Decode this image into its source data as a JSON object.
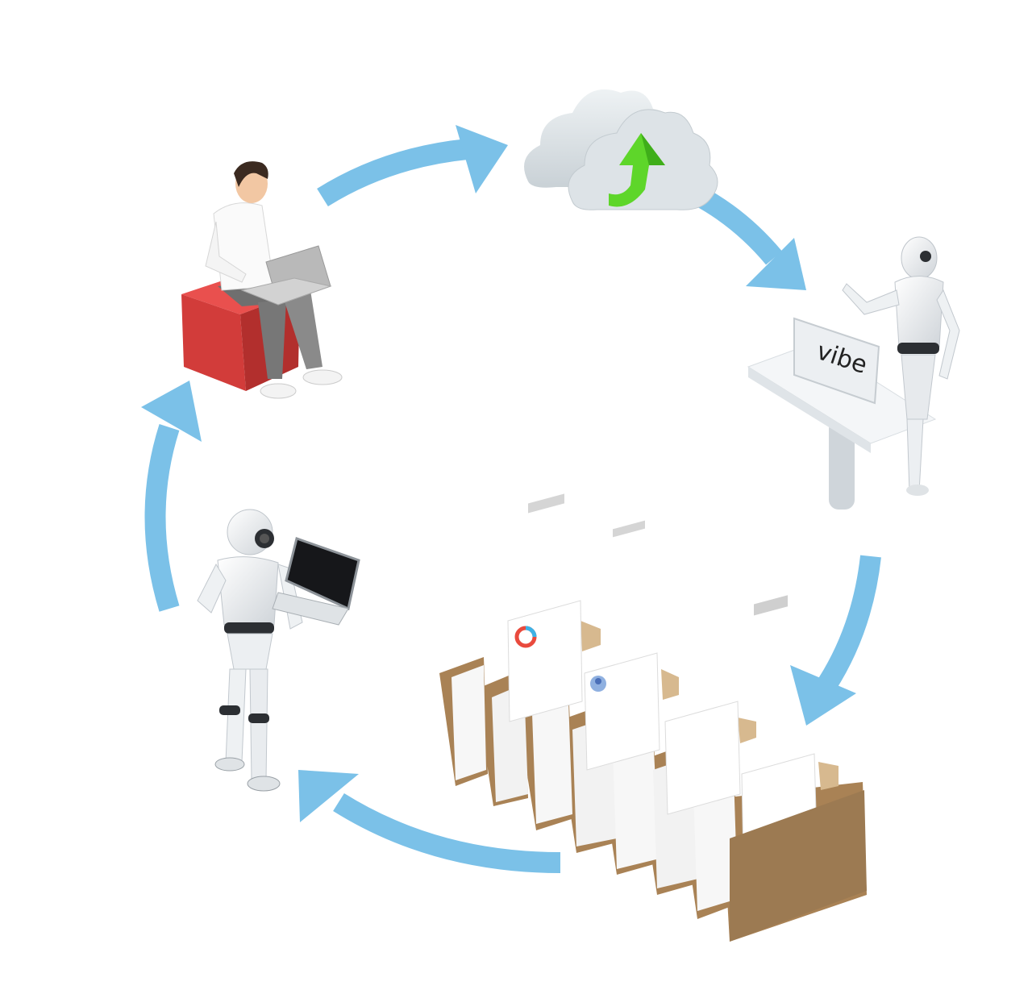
{
  "diagram": {
    "type": "cycle",
    "flow_color": "#7BC1E8",
    "nodes": [
      {
        "id": "user",
        "icon": "person-laptop-icon",
        "accent": "#D23C3A"
      },
      {
        "id": "cloud",
        "icon": "cloud-upload-icon",
        "accent": "#5ED62A"
      },
      {
        "id": "robot-desk",
        "icon": "robot-desk-icon",
        "screen_text": "vibe"
      },
      {
        "id": "files",
        "icon": "file-folders-icon",
        "accent": "#A98255"
      },
      {
        "id": "robot-laptop",
        "icon": "robot-laptop-icon"
      }
    ],
    "edges": [
      [
        "user",
        "cloud"
      ],
      [
        "cloud",
        "robot-desk"
      ],
      [
        "robot-desk",
        "files"
      ],
      [
        "files",
        "robot-laptop"
      ],
      [
        "robot-laptop",
        "user"
      ]
    ]
  }
}
